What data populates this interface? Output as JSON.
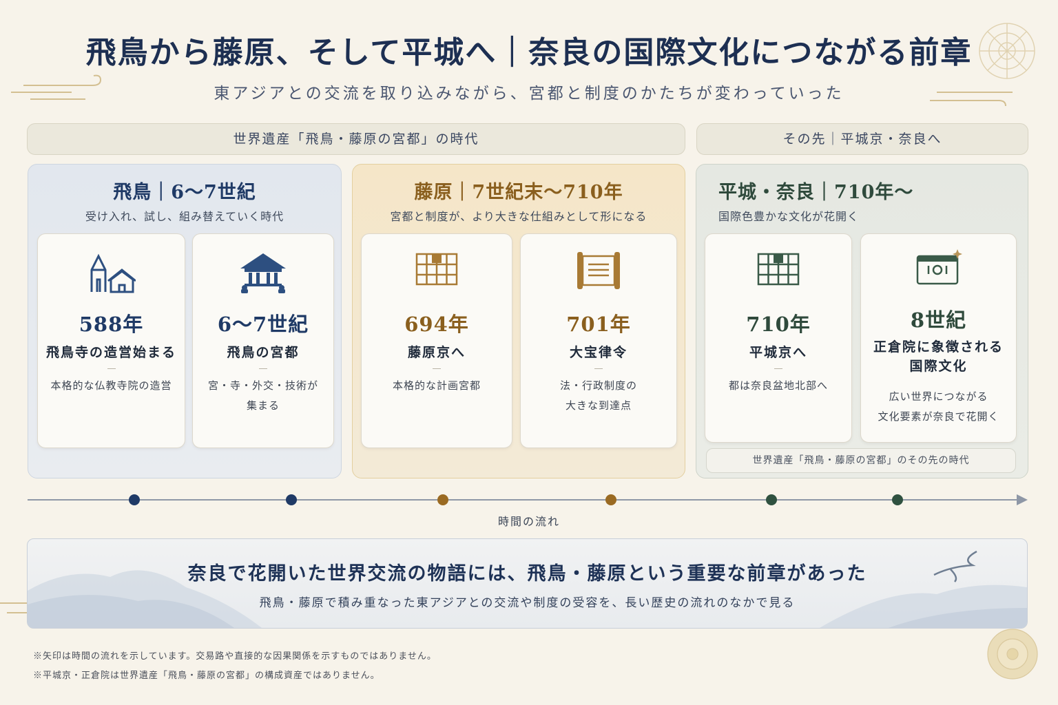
{
  "header": {
    "title": "飛鳥から藤原、そして平城へ｜奈良の国際文化につながる前章",
    "subtitle": "東アジアとの交流を取り込みながら、宮都と制度のかたちが変わっていった"
  },
  "banners": {
    "left": "世界遺産「飛鳥・藤原の宮都」の時代",
    "right": "その先｜平城京・奈良へ"
  },
  "eras": [
    {
      "title": "飛鳥｜6〜7世紀",
      "subtitle": "受け入れ、試し、組み替えていく時代",
      "cards": [
        {
          "year": "588年",
          "event": "飛鳥寺の造営始まる",
          "desc": [
            "本格的な仏教寺院の造営"
          ],
          "icon": "temple-house-icon"
        },
        {
          "year": "6〜7世紀",
          "event": "飛鳥の宮都",
          "desc": [
            "宮・寺・外交・技術が",
            "集まる"
          ],
          "icon": "palace-hall-icon"
        }
      ]
    },
    {
      "title": "藤原｜7世紀末〜710年",
      "subtitle": "宮都と制度が、より大きな仕組みとして形になる",
      "cards": [
        {
          "year": "694年",
          "event": "藤原京へ",
          "desc": [
            "本格的な計画宮都"
          ],
          "icon": "grid-city-icon"
        },
        {
          "year": "701年",
          "event": "大宝律令",
          "desc": [
            "法・行政制度の",
            "大きな到達点"
          ],
          "icon": "scroll-icon"
        }
      ]
    },
    {
      "title": "平城・奈良｜710年〜",
      "subtitle": "国際色豊かな文化が花開く",
      "cards": [
        {
          "year": "710年",
          "event": "平城京へ",
          "desc": [
            "都は奈良盆地北部へ"
          ],
          "icon": "grid-city-icon"
        },
        {
          "year": "8世紀",
          "event": [
            "正倉院に象徴される",
            "国際文化"
          ],
          "desc": [
            "広い世界につながる",
            "文化要素が奈良で花開く"
          ],
          "icon": "treasure-box-icon"
        }
      ],
      "note": "世界遺産「飛鳥・藤原の宮都」のその先の時代"
    }
  ],
  "timeline": {
    "label": "時間の流れ",
    "dot_colors": [
      "#1f3a66",
      "#1f3a66",
      "#9a6a22",
      "#9a6a22",
      "#2f5140",
      "#2f5140"
    ]
  },
  "bottom": {
    "title": "奈良で花開いた世界交流の物語には、飛鳥・藤原という重要な前章があった",
    "subtitle": "飛鳥・藤原で積み重なった東アジアとの交流や制度の受容を、長い歴史の流れのなかで見る"
  },
  "notes": [
    "※矢印は時間の流れを示しています。交易路や直接的な因果関係を示すものではありません。",
    "※平城京・正倉院は世界遺産「飛鳥・藤原の宮都」の構成資産ではありません。"
  ],
  "colors": {
    "navy": "#1f3a66",
    "gold": "#9a6a22",
    "green": "#2f5140",
    "background": "#f7f3ea"
  }
}
